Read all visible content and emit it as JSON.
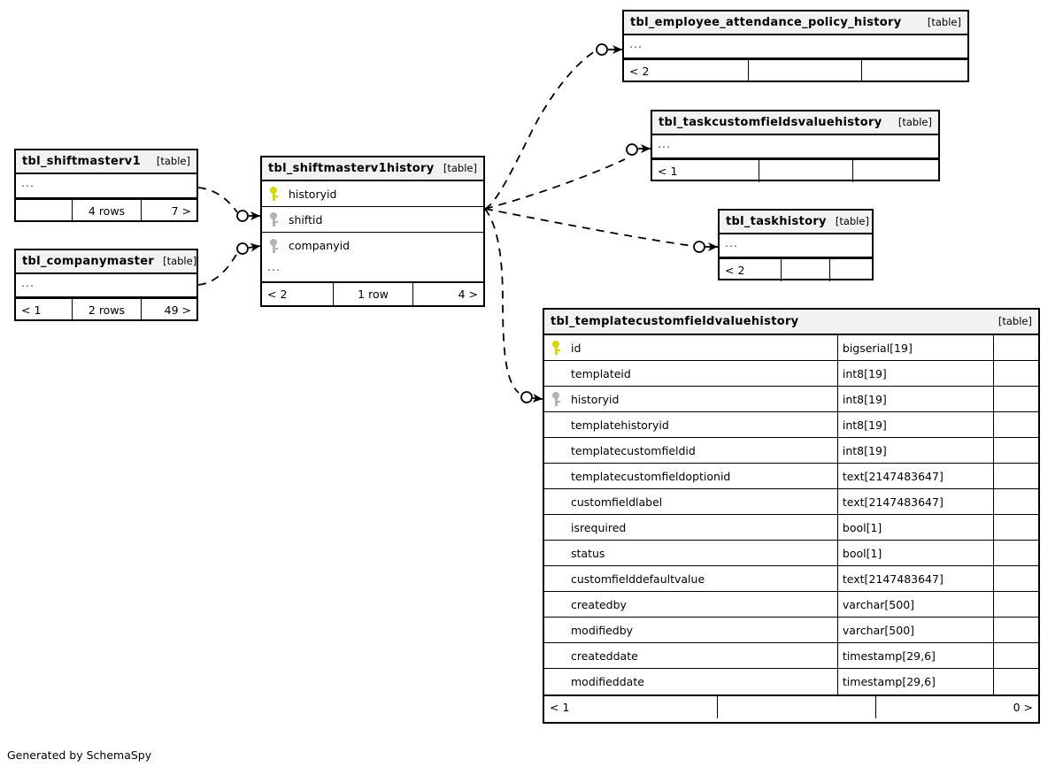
{
  "diagram": {
    "caption": "Generated by SchemaSpy",
    "table_tag": "[table]",
    "ellipsis": "...",
    "edge_style": "dashed",
    "colors": {
      "primary_key": "#d7d700",
      "foreign_key": "#b3b3b3",
      "header_background": "#f2f2f2",
      "border": "#000000",
      "background": "#ffffff"
    }
  },
  "tables": {
    "shiftmasterv1": {
      "name": "tbl_shiftmasterv1",
      "tag": "[table]",
      "ellipsis": "...",
      "footer": {
        "left": "",
        "center": "4 rows",
        "right": "7 >"
      }
    },
    "companymaster": {
      "name": "tbl_companymaster",
      "tag": "[table]",
      "ellipsis": "...",
      "footer": {
        "left": "< 1",
        "center": "2 rows",
        "right": "49 >"
      }
    },
    "shiftmasterv1history": {
      "name": "tbl_shiftmasterv1history",
      "tag": "[table]",
      "ellipsis": "...",
      "columns": [
        {
          "name": "historyid",
          "key": "primary"
        },
        {
          "name": "shiftid",
          "key": "foreign"
        },
        {
          "name": "companyid",
          "key": "foreign"
        }
      ],
      "footer": {
        "left": "< 2",
        "center": "1 row",
        "right": "4 >"
      }
    },
    "employee_attendance_policy_history": {
      "name": "tbl_employee_attendance_policy_history",
      "tag": "[table]",
      "ellipsis": "...",
      "footer": {
        "left": "< 2",
        "center": "",
        "right": ""
      }
    },
    "taskcustomfieldsvaluehistory": {
      "name": "tbl_taskcustomfieldsvaluehistory",
      "tag": "[table]",
      "ellipsis": "...",
      "footer": {
        "left": "< 1",
        "center": "",
        "right": ""
      }
    },
    "taskhistory": {
      "name": "tbl_taskhistory",
      "tag": "[table]",
      "ellipsis": "...",
      "footer": {
        "left": "< 2",
        "center": "",
        "right": ""
      }
    },
    "templatecustomfieldvaluehistory": {
      "name": "tbl_templatecustomfieldvaluehistory",
      "tag": "[table]",
      "columns": [
        {
          "name": "id",
          "type": "bigserial[19]",
          "key": "primary"
        },
        {
          "name": "templateid",
          "type": "int8[19]",
          "key": "none"
        },
        {
          "name": "historyid",
          "type": "int8[19]",
          "key": "foreign"
        },
        {
          "name": "templatehistoryid",
          "type": "int8[19]",
          "key": "none"
        },
        {
          "name": "templatecustomfieldid",
          "type": "int8[19]",
          "key": "none"
        },
        {
          "name": "templatecustomfieldoptionid",
          "type": "text[2147483647]",
          "key": "none"
        },
        {
          "name": "customfieldlabel",
          "type": "text[2147483647]",
          "key": "none"
        },
        {
          "name": "isrequired",
          "type": "bool[1]",
          "key": "none"
        },
        {
          "name": "status",
          "type": "bool[1]",
          "key": "none"
        },
        {
          "name": "customfielddefaultvalue",
          "type": "text[2147483647]",
          "key": "none"
        },
        {
          "name": "createdby",
          "type": "varchar[500]",
          "key": "none"
        },
        {
          "name": "modifiedby",
          "type": "varchar[500]",
          "key": "none"
        },
        {
          "name": "createddate",
          "type": "timestamp[29,6]",
          "key": "none"
        },
        {
          "name": "modifieddate",
          "type": "timestamp[29,6]",
          "key": "none"
        }
      ],
      "footer": {
        "left": "< 1",
        "center": "",
        "right": "0 >"
      }
    }
  },
  "relationships": [
    {
      "from": "tbl_shiftmasterv1",
      "to": "tbl_shiftmasterv1history"
    },
    {
      "from": "tbl_companymaster",
      "to": "tbl_shiftmasterv1history"
    },
    {
      "from": "tbl_shiftmasterv1history",
      "to": "tbl_employee_attendance_policy_history"
    },
    {
      "from": "tbl_shiftmasterv1history",
      "to": "tbl_taskcustomfieldsvaluehistory"
    },
    {
      "from": "tbl_shiftmasterv1history",
      "to": "tbl_taskhistory"
    },
    {
      "from": "tbl_shiftmasterv1history",
      "to": "tbl_templatecustomfieldvaluehistory"
    }
  ]
}
